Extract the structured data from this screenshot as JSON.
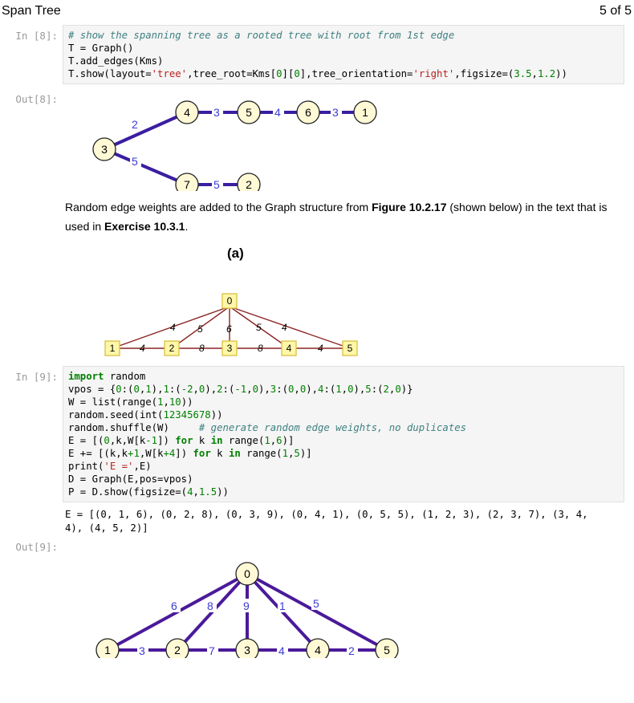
{
  "header": {
    "title": "Span Tree",
    "page": "5 of 5"
  },
  "cell8": {
    "in_prompt": "In [8]:",
    "out_prompt": "Out[8]:",
    "lines": [
      [
        {
          "t": "# show the spanning tree as a rooted tree with root from 1st edge",
          "c": "cm"
        }
      ],
      [
        {
          "t": "T = Graph()"
        }
      ],
      [
        {
          "t": "T.add_edges(Kms)"
        }
      ],
      [
        {
          "t": "T.show(layout="
        },
        {
          "t": "'tree'",
          "c": "st"
        },
        {
          "t": ",tree_root=Kms["
        },
        {
          "t": "0",
          "c": "nm"
        },
        {
          "t": "]["
        },
        {
          "t": "0",
          "c": "nm"
        },
        {
          "t": "],tree_orientation="
        },
        {
          "t": "'right'",
          "c": "st"
        },
        {
          "t": ",figsize=("
        },
        {
          "t": "3.5",
          "c": "nm"
        },
        {
          "t": ","
        },
        {
          "t": "1.2",
          "c": "nm"
        },
        {
          "t": "))"
        }
      ]
    ],
    "tree": {
      "nodes": [
        "3",
        "4",
        "5",
        "6",
        "1",
        "7",
        "2"
      ],
      "edge_labels": [
        "2",
        "5",
        "3",
        "4",
        "3",
        "5"
      ]
    }
  },
  "prose": {
    "part1": "Random edge weights are added to the Graph structure from ",
    "fig_ref": "Figure 10.2.17",
    "part2": " (shown below) in the text that is used in ",
    "ex_ref": "Exercise 10.3.1",
    "part3": "."
  },
  "figure_a": {
    "caption": "(a)",
    "nodes": [
      "0",
      "1",
      "2",
      "3",
      "4",
      "5"
    ],
    "edge_labels": [
      "4",
      "5",
      "6",
      "5",
      "4",
      "4",
      "8",
      "8",
      "4"
    ]
  },
  "cell9": {
    "in_prompt": "In [9]:",
    "out_prompt": "Out[9]:",
    "lines": [
      [
        {
          "t": "import",
          "c": "kw"
        },
        {
          "t": " random"
        }
      ],
      [
        {
          "t": "vpos = {"
        },
        {
          "t": "0",
          "c": "nm"
        },
        {
          "t": ":("
        },
        {
          "t": "0",
          "c": "nm"
        },
        {
          "t": ","
        },
        {
          "t": "1",
          "c": "nm"
        },
        {
          "t": "),"
        },
        {
          "t": "1",
          "c": "nm"
        },
        {
          "t": ":("
        },
        {
          "t": "-2",
          "c": "nm"
        },
        {
          "t": ","
        },
        {
          "t": "0",
          "c": "nm"
        },
        {
          "t": "),"
        },
        {
          "t": "2",
          "c": "nm"
        },
        {
          "t": ":("
        },
        {
          "t": "-1",
          "c": "nm"
        },
        {
          "t": ","
        },
        {
          "t": "0",
          "c": "nm"
        },
        {
          "t": "),"
        },
        {
          "t": "3",
          "c": "nm"
        },
        {
          "t": ":("
        },
        {
          "t": "0",
          "c": "nm"
        },
        {
          "t": ","
        },
        {
          "t": "0",
          "c": "nm"
        },
        {
          "t": "),"
        },
        {
          "t": "4",
          "c": "nm"
        },
        {
          "t": ":("
        },
        {
          "t": "1",
          "c": "nm"
        },
        {
          "t": ","
        },
        {
          "t": "0",
          "c": "nm"
        },
        {
          "t": "),"
        },
        {
          "t": "5",
          "c": "nm"
        },
        {
          "t": ":("
        },
        {
          "t": "2",
          "c": "nm"
        },
        {
          "t": ","
        },
        {
          "t": "0",
          "c": "nm"
        },
        {
          "t": ")}"
        }
      ],
      [
        {
          "t": "W = list(range("
        },
        {
          "t": "1",
          "c": "nm"
        },
        {
          "t": ","
        },
        {
          "t": "10",
          "c": "nm"
        },
        {
          "t": "))"
        }
      ],
      [
        {
          "t": "random.seed(int("
        },
        {
          "t": "12345678",
          "c": "nm"
        },
        {
          "t": "))"
        }
      ],
      [
        {
          "t": "random.shuffle(W)     "
        },
        {
          "t": "# generate random edge weights, no duplicates",
          "c": "cm"
        }
      ],
      [
        {
          "t": "E = [("
        },
        {
          "t": "0",
          "c": "nm"
        },
        {
          "t": ",k,W[k"
        },
        {
          "t": "-1",
          "c": "nm"
        },
        {
          "t": "]) "
        },
        {
          "t": "for",
          "c": "kw"
        },
        {
          "t": " k "
        },
        {
          "t": "in",
          "c": "kw"
        },
        {
          "t": " range("
        },
        {
          "t": "1",
          "c": "nm"
        },
        {
          "t": ","
        },
        {
          "t": "6",
          "c": "nm"
        },
        {
          "t": ")]"
        }
      ],
      [
        {
          "t": "E += [(k,k"
        },
        {
          "t": "+1",
          "c": "nm"
        },
        {
          "t": ",W[k"
        },
        {
          "t": "+4",
          "c": "nm"
        },
        {
          "t": "]) "
        },
        {
          "t": "for",
          "c": "kw"
        },
        {
          "t": " k "
        },
        {
          "t": "in",
          "c": "kw"
        },
        {
          "t": " range("
        },
        {
          "t": "1",
          "c": "nm"
        },
        {
          "t": ","
        },
        {
          "t": "5",
          "c": "nm"
        },
        {
          "t": ")]"
        }
      ],
      [
        {
          "t": "print("
        },
        {
          "t": "'E ='",
          "c": "st"
        },
        {
          "t": ",E)"
        }
      ],
      [
        {
          "t": "D = Graph(E,pos=vpos)"
        }
      ],
      [
        {
          "t": "P = D.show(figsize=("
        },
        {
          "t": "4",
          "c": "nm"
        },
        {
          "t": ","
        },
        {
          "t": "1.5",
          "c": "nm"
        },
        {
          "t": "))"
        }
      ]
    ],
    "stdout_line1": "E = [(0, 1, 6), (0, 2, 8), (0, 3, 9), (0, 4, 1), (0, 5, 5), (1, 2, 3), (2, 3, 7), (3, 4,",
    "stdout_line2": "4), (4, 5, 2)]",
    "graph": {
      "nodes": [
        "0",
        "1",
        "2",
        "3",
        "4",
        "5"
      ],
      "edge_labels": [
        "6",
        "8",
        "9",
        "1",
        "5",
        "3",
        "7",
        "4",
        "2"
      ]
    }
  }
}
